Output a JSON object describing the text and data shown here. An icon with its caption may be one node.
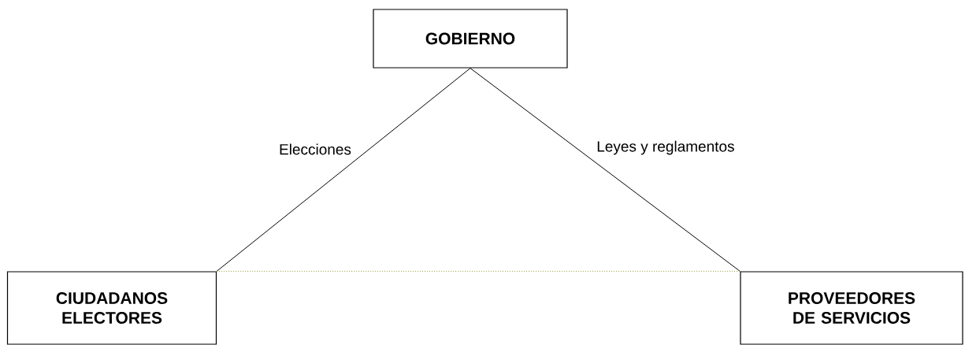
{
  "diagram": {
    "nodes": [
      {
        "text": [
          "GOBIERNO"
        ]
      },
      {
        "text": [
          "CIUDADANOS ELECTORES"
        ]
      },
      {
        "text": [
          "PROVEEDORES DE SERVICIOS"
        ]
      }
    ],
    "edges": [
      {
        "from": 0,
        "to": 1,
        "arrow": "none",
        "label": "Elecciones"
      },
      {
        "from": 0,
        "to": 2,
        "arrow": "none",
        "label": "Leyes y reglamentos"
      },
      {
        "from": 1,
        "to": 2,
        "arrow": "none",
        "style": "dashed",
        "color": "#9a9a3a"
      }
    ]
  }
}
